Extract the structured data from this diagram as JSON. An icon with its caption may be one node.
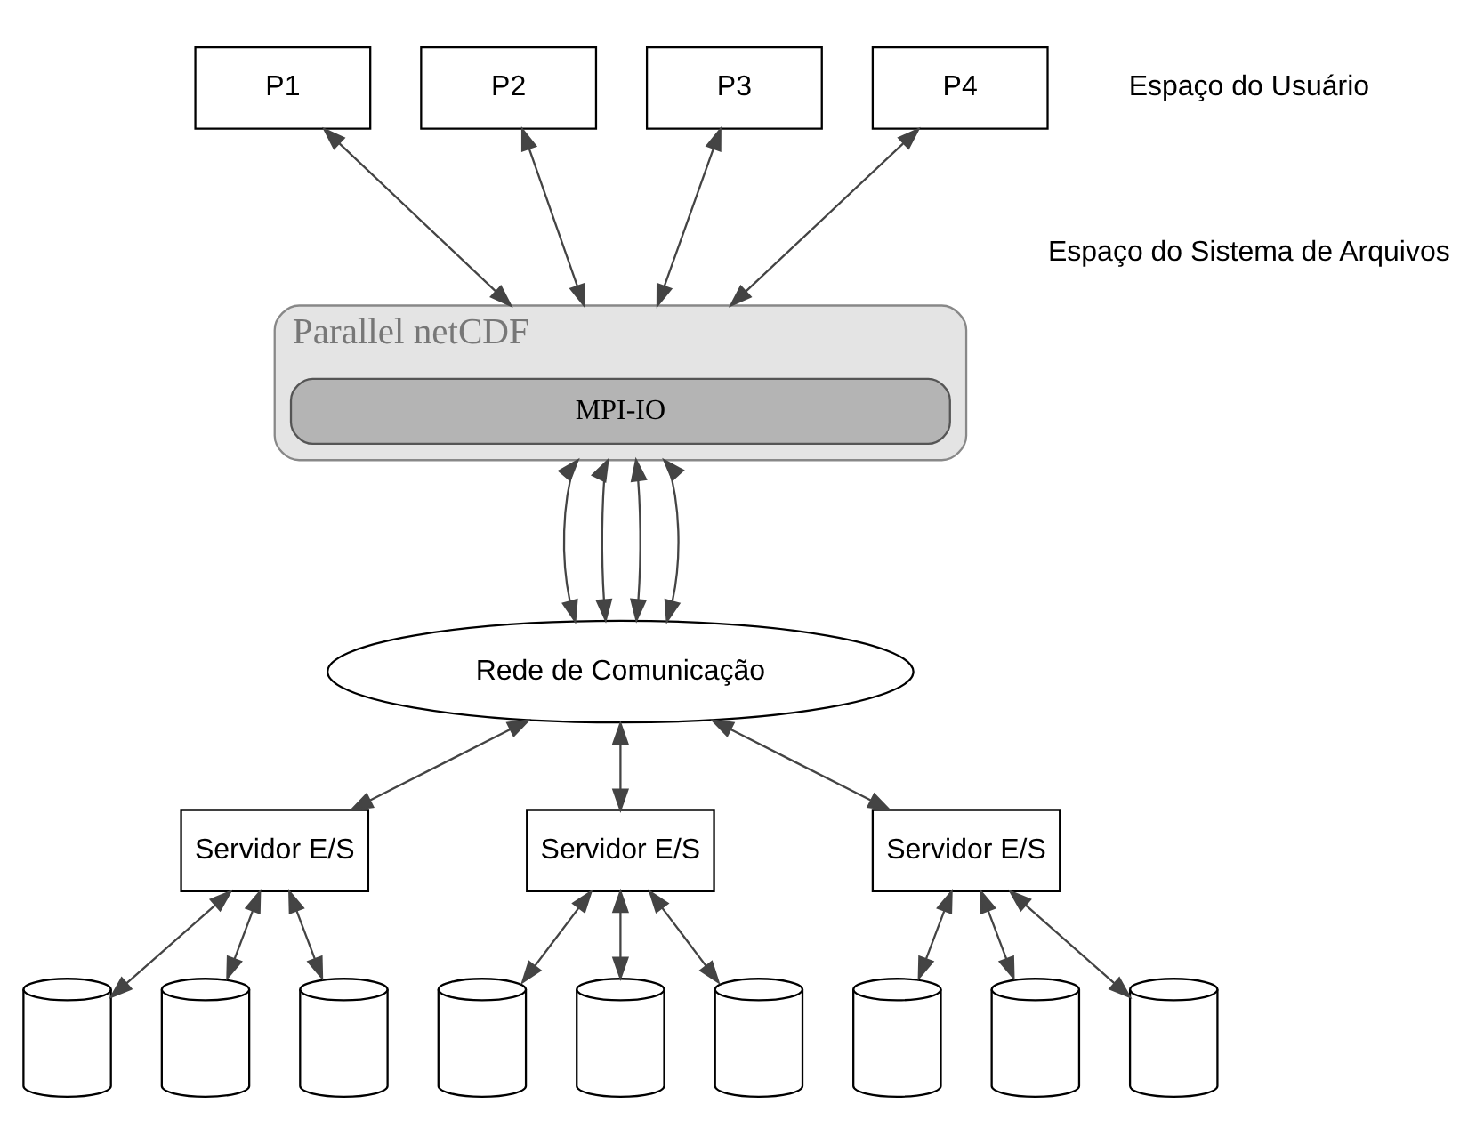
{
  "diagram": {
    "nodes": [
      {
        "text": [
          "P1"
        ]
      },
      {
        "text": [
          "P2"
        ]
      },
      {
        "text": [
          "P3"
        ]
      },
      {
        "text": [
          "P4"
        ]
      },
      {
        "text": [
          "Parallel netCDF"
        ]
      },
      {
        "text": [
          "MPI-IO"
        ],
        "in": 4
      },
      {
        "text": [
          "Rede de Comunicação"
        ]
      },
      {
        "text": [
          "Servidor E/S"
        ]
      },
      {
        "text": [
          "Servidor E/S"
        ]
      },
      {
        "text": [
          "Servidor E/S"
        ]
      },
      {
        "text": [],
        "shape": "cylinder"
      },
      {
        "text": [],
        "shape": "cylinder"
      },
      {
        "text": [],
        "shape": "cylinder"
      },
      {
        "text": [],
        "shape": "cylinder"
      },
      {
        "text": [],
        "shape": "cylinder"
      },
      {
        "text": [],
        "shape": "cylinder"
      },
      {
        "text": [],
        "shape": "cylinder"
      },
      {
        "text": [],
        "shape": "cylinder"
      },
      {
        "text": [],
        "shape": "cylinder"
      }
    ],
    "edges": [
      {
        "from": 0,
        "to": 4,
        "arrow": "both"
      },
      {
        "from": 1,
        "to": 4,
        "arrow": "both"
      },
      {
        "from": 2,
        "to": 4,
        "arrow": "both"
      },
      {
        "from": 3,
        "to": 4,
        "arrow": "both"
      },
      {
        "from": 4,
        "to": 6,
        "arrow": "both"
      },
      {
        "from": 4,
        "to": 6,
        "arrow": "both"
      },
      {
        "from": 4,
        "to": 6,
        "arrow": "both"
      },
      {
        "from": 4,
        "to": 6,
        "arrow": "both"
      },
      {
        "from": 6,
        "to": 7,
        "arrow": "both"
      },
      {
        "from": 6,
        "to": 8,
        "arrow": "both"
      },
      {
        "from": 6,
        "to": 9,
        "arrow": "both"
      },
      {
        "from": 7,
        "to": 10,
        "arrow": "both"
      },
      {
        "from": 7,
        "to": 11,
        "arrow": "both"
      },
      {
        "from": 7,
        "to": 12,
        "arrow": "both"
      },
      {
        "from": 8,
        "to": 13,
        "arrow": "both"
      },
      {
        "from": 8,
        "to": 14,
        "arrow": "both"
      },
      {
        "from": 8,
        "to": 15,
        "arrow": "both"
      },
      {
        "from": 9,
        "to": 16,
        "arrow": "both"
      },
      {
        "from": 9,
        "to": 17,
        "arrow": "both"
      },
      {
        "from": 9,
        "to": 18,
        "arrow": "both"
      }
    ],
    "labels": [
      "Espaço do Usuário",
      "Espaço do Sistema de Arquivos"
    ]
  }
}
